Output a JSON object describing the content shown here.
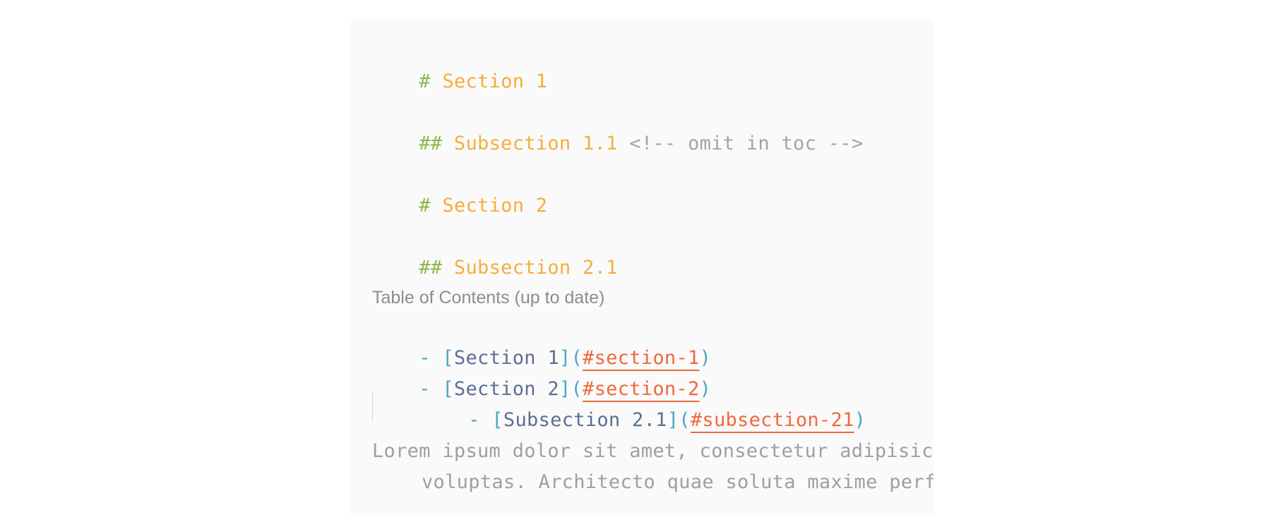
{
  "editor": {
    "lines": {
      "h1_a": {
        "hash": "#",
        "text": "Section 1"
      },
      "h2_a": {
        "hash": "##",
        "text": "Subsection 1.1",
        "comment": "<!-- omit in toc -->"
      },
      "h1_b": {
        "hash": "#",
        "text": "Section 2"
      },
      "h2_b": {
        "hash": "##",
        "text": "Subsection 2.1"
      }
    },
    "toc_label": "Table of Contents (up to date)",
    "toc": [
      {
        "dash": "-",
        "open_bracket": "[",
        "text": "Section 1",
        "close_bracket": "]",
        "open_paren": "(",
        "url": "#section-1",
        "close_paren": ")"
      },
      {
        "dash": "-",
        "open_bracket": "[",
        "text": "Section 2",
        "close_bracket": "]",
        "open_paren": "(",
        "url": "#section-2",
        "close_paren": ")"
      },
      {
        "dash": "-",
        "open_bracket": "[",
        "text": "Subsection 2.1",
        "close_bracket": "]",
        "open_paren": "(",
        "url": "#subsection-21",
        "close_paren": ")"
      }
    ],
    "paragraph": {
      "line1": "Lorem ipsum dolor sit amet, consectetur adipisicing elit. Asperiores",
      "line2": "voluptas. Architecto quae soluta maxime perferendis"
    }
  },
  "colors": {
    "hash": "#8fb84a",
    "heading": "#f5ad3b",
    "comment": "#a0a4aa",
    "link_bracket": "#4aa6c6",
    "link_text": "#5a6f93",
    "link_url": "#f0683d",
    "background": "#fafafa"
  }
}
